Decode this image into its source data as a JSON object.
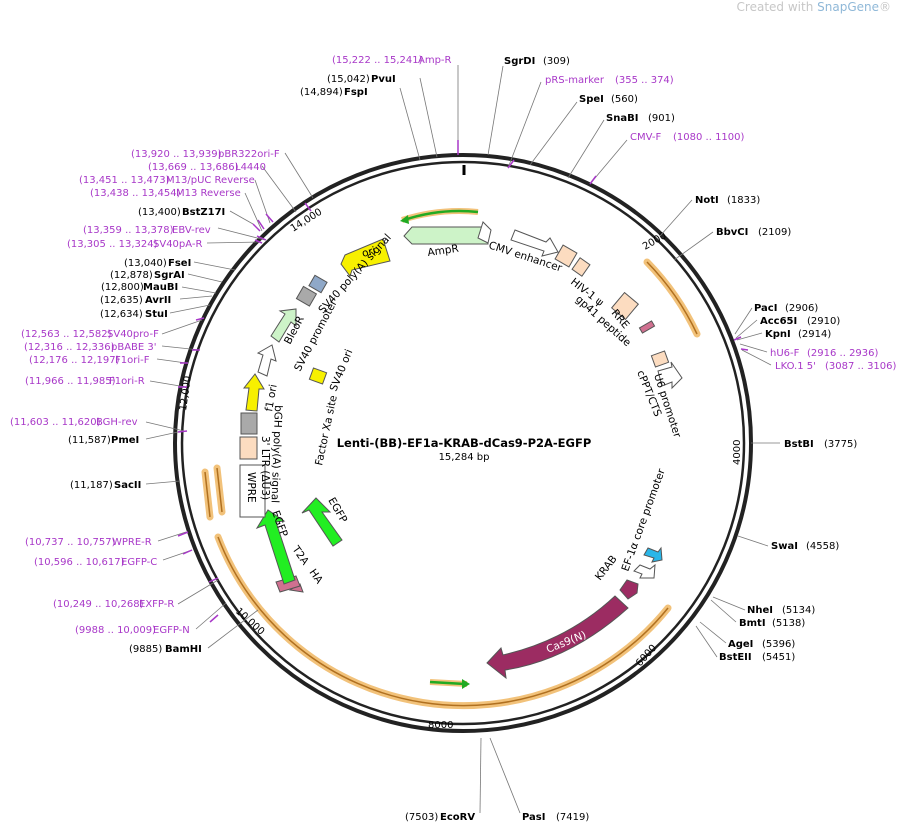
{
  "watermark": {
    "prefix": "Created with ",
    "brand": "SnapGene",
    "reg": "®"
  },
  "plasmid": {
    "name": "Lenti-(BB)-EF1a-KRAB-dCas9-P2A-EGFP",
    "size": "15,284 bp"
  },
  "ticks": [
    "2000",
    "4000",
    "6000",
    "8000",
    "10,000",
    "12,000",
    "14,000"
  ],
  "sites": [
    {
      "name": "SgrDI",
      "pos": "(309)"
    },
    {
      "name": "SpeI",
      "pos": "(560)"
    },
    {
      "name": "SnaBI",
      "pos": "(901)"
    },
    {
      "name": "NotI",
      "pos": "(1833)"
    },
    {
      "name": "BbvCI",
      "pos": "(2109)"
    },
    {
      "name": "PacI",
      "pos": "(2906)"
    },
    {
      "name": "Acc65I",
      "pos": "(2910)"
    },
    {
      "name": "KpnI",
      "pos": "(2914)"
    },
    {
      "name": "BstBI",
      "pos": "(3775)"
    },
    {
      "name": "SwaI",
      "pos": "(4558)"
    },
    {
      "name": "NheI",
      "pos": "(5134)"
    },
    {
      "name": "BmtI",
      "pos": "(5138)"
    },
    {
      "name": "AgeI",
      "pos": "(5396)"
    },
    {
      "name": "BstEII",
      "pos": "(5451)"
    },
    {
      "name": "PasI",
      "pos": "(7419)"
    },
    {
      "name": "EcoRV",
      "pos": "(7503)"
    },
    {
      "name": "BamHI",
      "pos": "(9885)"
    },
    {
      "name": "SacII",
      "pos": "(11,187)"
    },
    {
      "name": "PmeI",
      "pos": "(11,587)"
    },
    {
      "name": "StuI",
      "pos": "(12,634)"
    },
    {
      "name": "AvrII",
      "pos": "(12,635)"
    },
    {
      "name": "MauBI",
      "pos": "(12,800)"
    },
    {
      "name": "SgrAI",
      "pos": "(12,878)"
    },
    {
      "name": "FseI",
      "pos": "(13,040)"
    },
    {
      "name": "BstZ17I",
      "pos": "(13,400)"
    },
    {
      "name": "FspI",
      "pos": "(14,894)"
    },
    {
      "name": "PvuI",
      "pos": "(15,042)"
    }
  ],
  "primers": [
    {
      "name": "Amp-R",
      "pos": "(15,222 .. 15,241)"
    },
    {
      "name": "pRS-marker",
      "pos": "(355 .. 374)"
    },
    {
      "name": "CMV-F",
      "pos": "(1080 .. 1100)"
    },
    {
      "name": "hU6-F",
      "pos": "(2916 .. 2936)"
    },
    {
      "name": "LKO.1 5'",
      "pos": "(3087 .. 3106)"
    },
    {
      "name": "EGFP-N",
      "pos": "(9988 .. 10,009)"
    },
    {
      "name": "EXFP-R",
      "pos": "(10,249 .. 10,268)"
    },
    {
      "name": "EGFP-C",
      "pos": "(10,596 .. 10,617)"
    },
    {
      "name": "WPRE-R",
      "pos": "(10,737 .. 10,757)"
    },
    {
      "name": "BGH-rev",
      "pos": "(11,603 .. 11,620)"
    },
    {
      "name": "F1ori-R",
      "pos": "(11,966 .. 11,985)"
    },
    {
      "name": "F1ori-F",
      "pos": "(12,176 .. 12,197)"
    },
    {
      "name": "pBABE 3'",
      "pos": "(12,316 .. 12,336)"
    },
    {
      "name": "SV40pro-F",
      "pos": "(12,563 .. 12,582)"
    },
    {
      "name": "SV40pA-R",
      "pos": "(13,305 .. 13,324)"
    },
    {
      "name": "EBV-rev",
      "pos": "(13,359 .. 13,378)"
    },
    {
      "name": "M13 Reverse",
      "pos": "(13,438 .. 13,454)"
    },
    {
      "name": "M13/pUC Reverse",
      "pos": "(13,451 .. 13,473)"
    },
    {
      "name": "L4440",
      "pos": "(13,669 .. 13,686)"
    },
    {
      "name": "pBR322ori-F",
      "pos": "(13,920 .. 13,939)"
    }
  ],
  "features": [
    {
      "name": "AmpR"
    },
    {
      "name": "CMV enhancer"
    },
    {
      "name": "HIV-1 ψ"
    },
    {
      "name": "RRE"
    },
    {
      "name": "gp41 peptide"
    },
    {
      "name": "U6 promoter"
    },
    {
      "name": "cPPT/CTS"
    },
    {
      "name": "EF-1α core promoter"
    },
    {
      "name": "KRAB"
    },
    {
      "name": "Cas9(N)"
    },
    {
      "name": "EGFP"
    },
    {
      "name": "EGFP"
    },
    {
      "name": "T2A"
    },
    {
      "name": "HA"
    },
    {
      "name": "WPRE"
    },
    {
      "name": "3' LTR (ΔU3)"
    },
    {
      "name": "bGH poly(A) signal"
    },
    {
      "name": "f1 ori"
    },
    {
      "name": "SV40 promoter"
    },
    {
      "name": "BleoR"
    },
    {
      "name": "SV40 poly(A) signal"
    },
    {
      "name": "ori"
    },
    {
      "name": "Factor Xa site"
    },
    {
      "name": "SV40 ori"
    }
  ],
  "colors": {
    "ring": "#222222",
    "primer": "#a838c8",
    "orf_halo": "#f2c27a",
    "green": "#22dd22",
    "cas9": "#9c2c62",
    "yellow": "#f7f000",
    "light_green": "#cdf3c8",
    "peach": "#fcdcc0"
  }
}
